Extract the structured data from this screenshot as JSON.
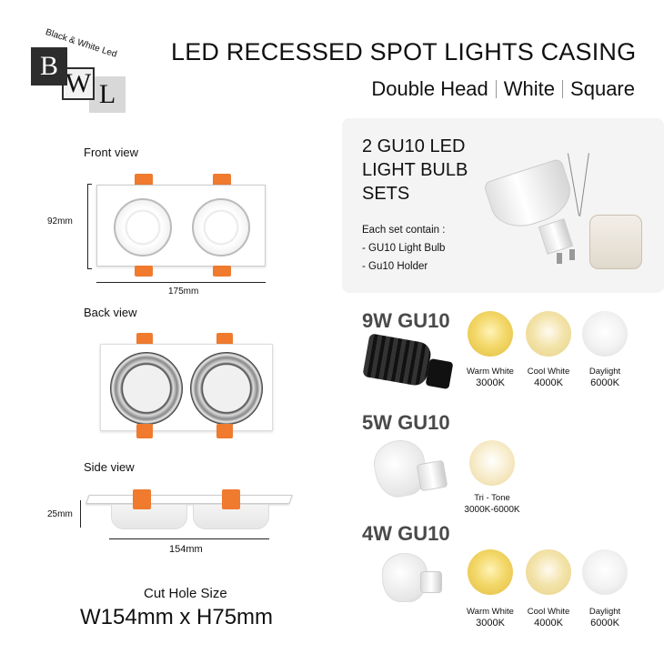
{
  "brand": {
    "letters": [
      "B",
      "W",
      "L"
    ],
    "arc_text": "Black & White Led"
  },
  "header": {
    "title": "LED RECESSED SPOT LIGHTS CASING",
    "subtitle": [
      "Double Head",
      "White",
      "Square"
    ]
  },
  "views": {
    "front": {
      "label": "Front view",
      "height": "92mm",
      "width": "175mm"
    },
    "back": {
      "label": "Back view"
    },
    "side": {
      "label": "Side view",
      "height": "25mm",
      "width": "154mm"
    }
  },
  "cut_hole": {
    "label": "Cut Hole Size",
    "value": "W154mm x H75mm"
  },
  "bulb_sets": {
    "title": "2 GU10 LED LIGHT BULB SETS",
    "contain_label": "Each set contain :",
    "items": [
      "- GU10 Light Bulb",
      "- Gu10 Holder"
    ]
  },
  "products": [
    {
      "title": "9W GU10",
      "tones": [
        {
          "name": "Warm White",
          "kelvin": "3000K",
          "swatch": "warm"
        },
        {
          "name": "Cool White",
          "kelvin": "4000K",
          "swatch": "cool"
        },
        {
          "name": "Daylight",
          "kelvin": "6000K",
          "swatch": "day"
        }
      ]
    },
    {
      "title": "5W GU10",
      "tones": [
        {
          "name": "Tri - Tone",
          "kelvin": "3000K-6000K",
          "swatch": "tri"
        }
      ]
    },
    {
      "title": "4W GU10",
      "tones": [
        {
          "name": "Warm White",
          "kelvin": "3000K",
          "swatch": "warm"
        },
        {
          "name": "Cool White",
          "kelvin": "4000K",
          "swatch": "cool"
        },
        {
          "name": "Daylight",
          "kelvin": "6000K",
          "swatch": "day"
        }
      ]
    }
  ],
  "colors": {
    "clip_orange": "#f07a2e",
    "section_title": "#4a4a4a",
    "panel_bg": "#f4f4f4"
  }
}
